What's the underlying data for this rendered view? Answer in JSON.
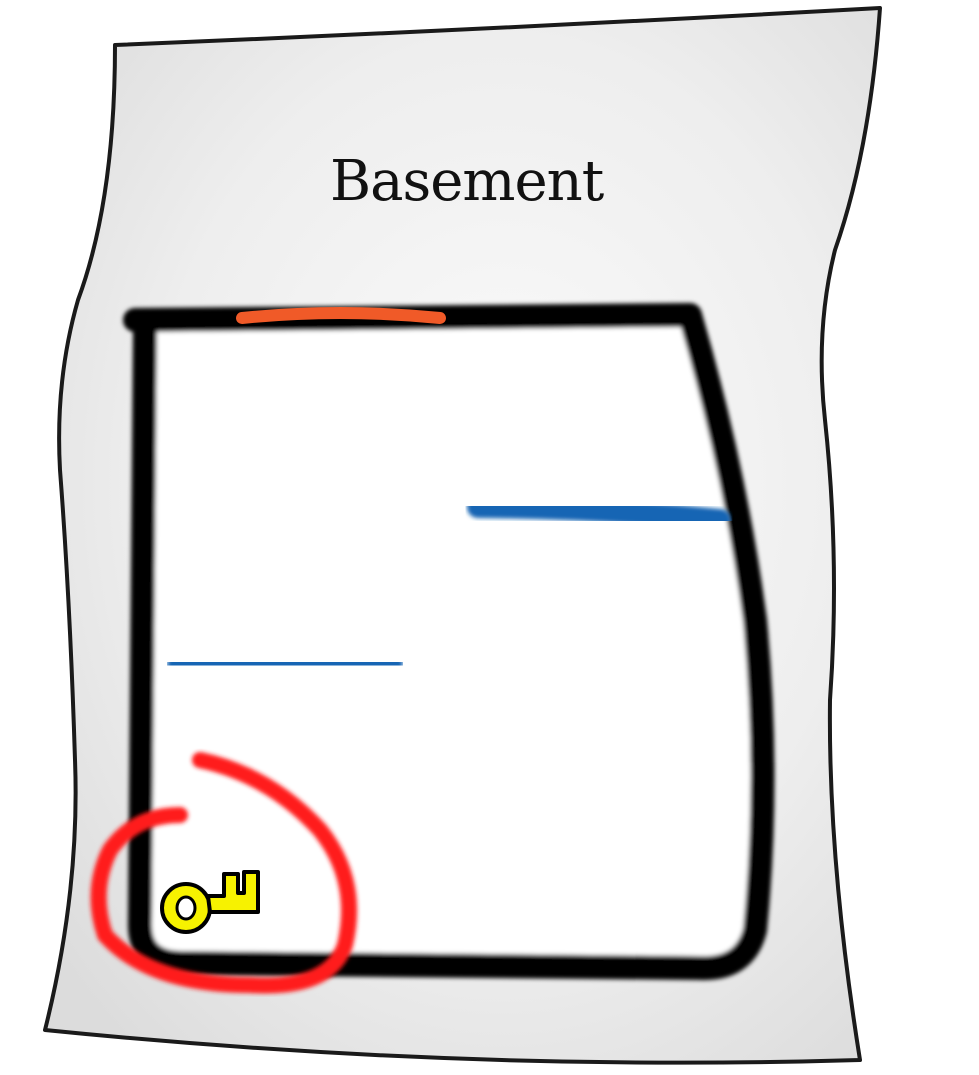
{
  "map": {
    "title": "Basement",
    "colors": {
      "paper": "#f3f3f3",
      "paper_outline": "#1a1a1a",
      "walls": "#000000",
      "entrance": "#f05a28",
      "ledges": "#1565b4",
      "key_highlight": "#ff1f1f",
      "key_fill": "#f7f200",
      "key_outline": "#000000"
    },
    "features": {
      "entrance_door": "orange-door-marker",
      "upper_ledge": "blue-ledge",
      "lower_ledge": "blue-ledge",
      "key": "key-icon",
      "key_marker": "red-circle-marker"
    }
  }
}
